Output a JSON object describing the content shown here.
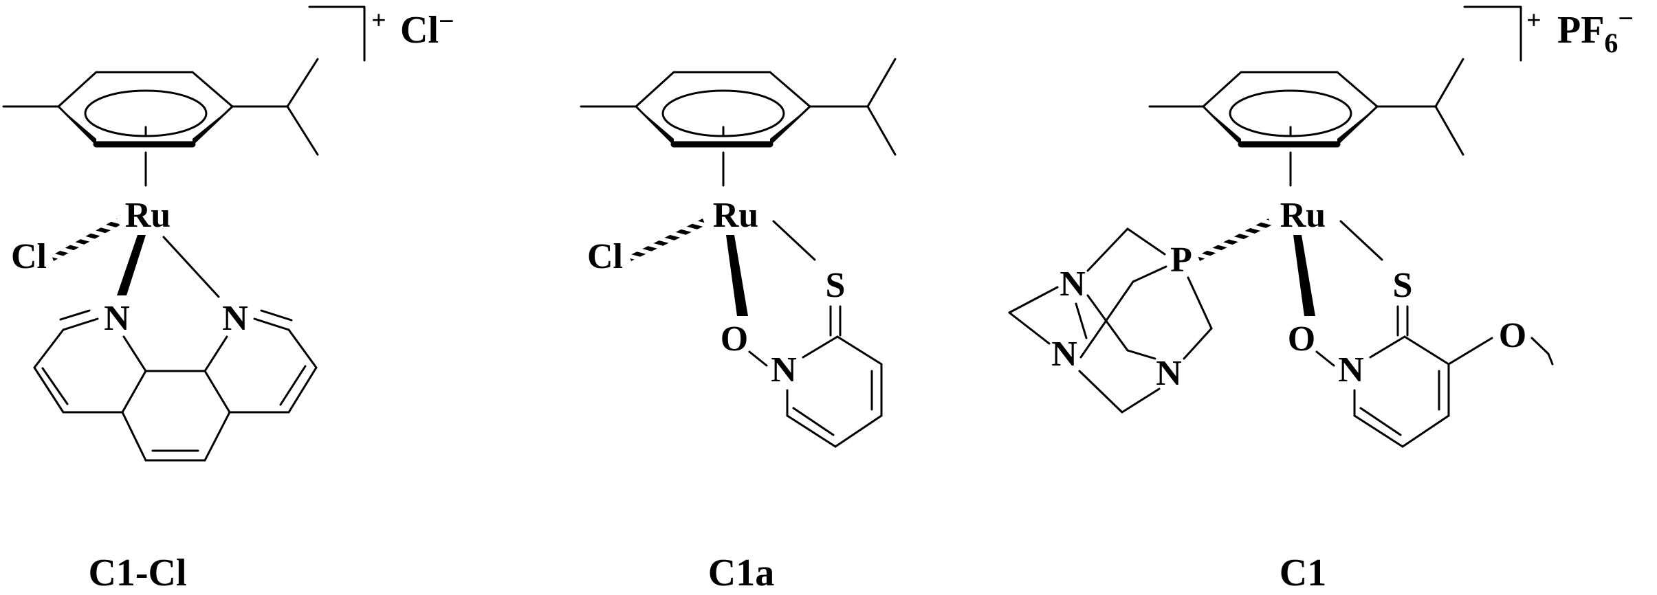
{
  "diagram": {
    "type": "chemical-structure",
    "background_color": "#ffffff",
    "line_color": "#000000",
    "compounds": [
      {
        "label": "C1-Cl",
        "charge": "+",
        "counterion": {
          "main": "Cl",
          "sub": "",
          "sup": "−"
        },
        "atoms": [
          "Ru",
          "Cl",
          "N",
          "N"
        ]
      },
      {
        "label": "C1a",
        "charge": "",
        "counterion": {
          "main": "",
          "sub": "",
          "sup": ""
        },
        "atoms": [
          "Ru",
          "Cl",
          "O",
          "S",
          "N"
        ]
      },
      {
        "label": "C1",
        "charge": "+",
        "counterion": {
          "main": "PF",
          "sub": "6",
          "sup": "−"
        },
        "atoms": [
          "Ru",
          "P",
          "N",
          "N",
          "N",
          "O",
          "S",
          "N",
          "O"
        ]
      }
    ]
  }
}
